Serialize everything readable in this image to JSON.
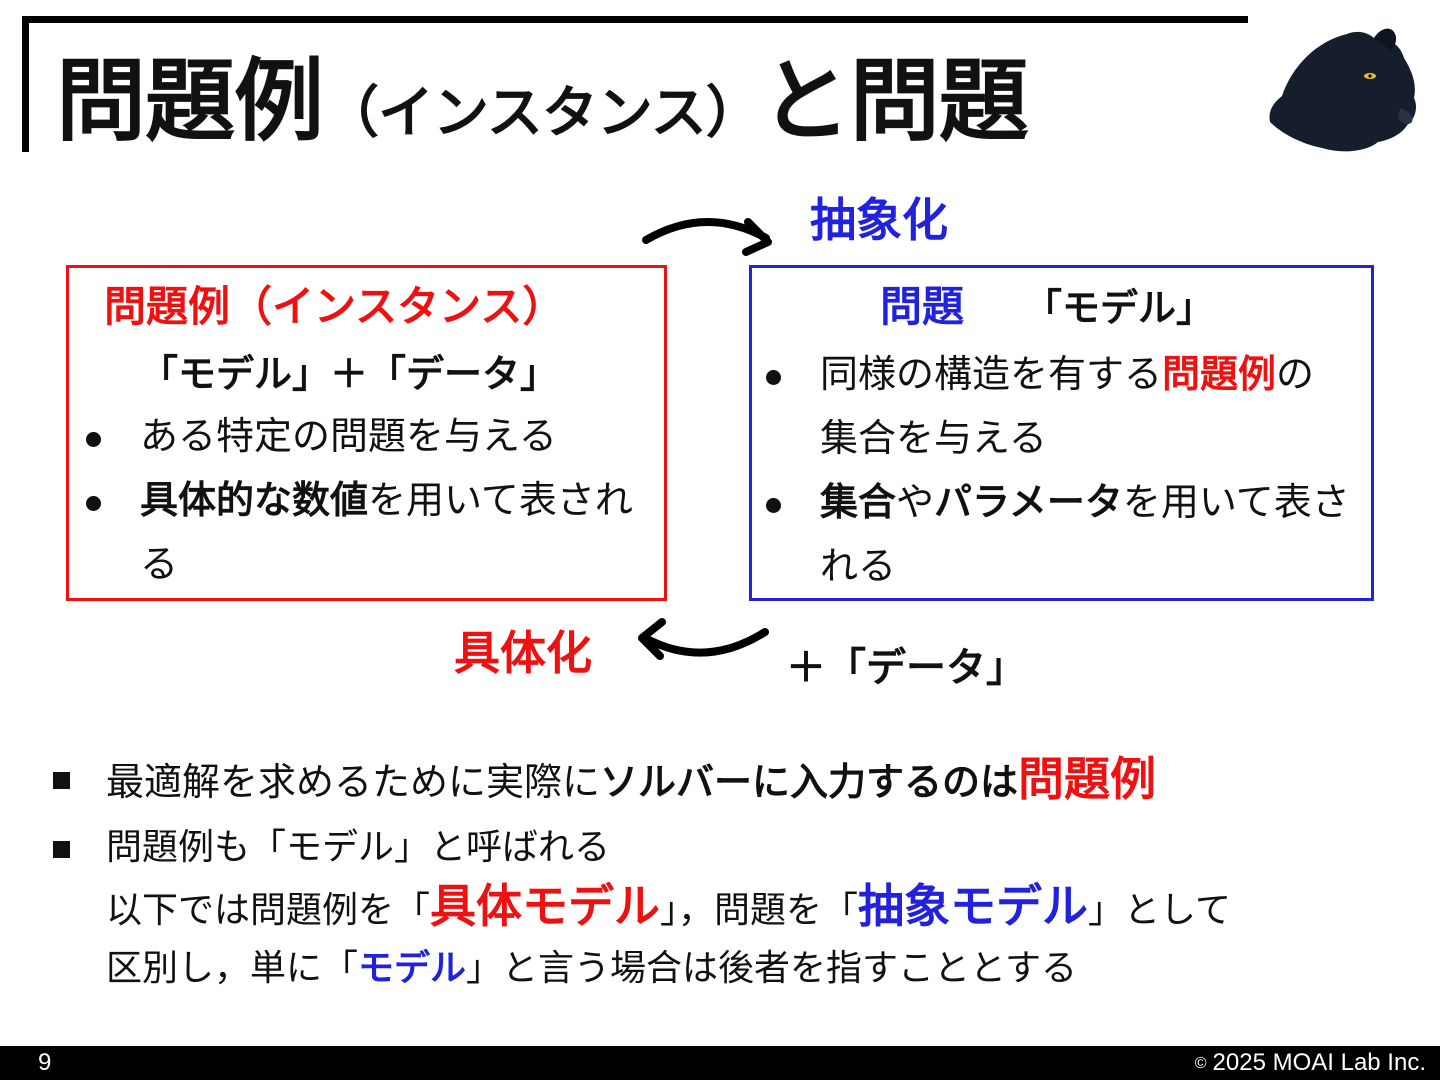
{
  "title": {
    "main": "問題例",
    "paren": "（インスタンス）",
    "tail": "と問題"
  },
  "labels": {
    "abstraction": "抽象化",
    "concretization": "具体化",
    "plus_data": "＋「データ」"
  },
  "instance_box": {
    "title": "問題例（インスタンス）",
    "subtitle": "「モデル」＋「データ」",
    "bullet1": "ある特定の問題を与える",
    "bullet2_bold": "具体的な数値",
    "bullet2_rest": "を用いて表される"
  },
  "problem_box": {
    "title_main": "問題",
    "title_model": "「モデル」",
    "bullet1_pre": "同様の構造を有する",
    "bullet1_highlight": "問題例",
    "bullet1_post": "の集合を与える",
    "bullet2_bold1": "集合",
    "bullet2_mid": "や",
    "bullet2_bold2": "パラメータ",
    "bullet2_rest": "を用いて表される"
  },
  "bullets": {
    "b1_pre": "最適解を求めるために実際に",
    "b1_bold": "ソルバーに入力するのは",
    "b1_highlight": "問題例",
    "b2_line1": "問題例も「モデル」と呼ばれる",
    "b2_line2_pre": "以下では問題例を「",
    "b2_concrete_model": "具体モデル",
    "b2_line2_mid": "」，問題を「",
    "b2_abstract_model": "抽象モデル",
    "b2_line2_post": "」として",
    "b2_line3_pre": "区別し，単に「",
    "b2_model": "モデル",
    "b2_line3_post": "」と言う場合は後者を指すこととする"
  },
  "footer": {
    "page_number": "9",
    "copyright_symbol": "©",
    "copyright": "2025 MOAI Lab Inc."
  },
  "colors": {
    "red": "#ee1111",
    "blue": "#2222dd"
  },
  "icons": {
    "logo": "panther-head-icon"
  }
}
